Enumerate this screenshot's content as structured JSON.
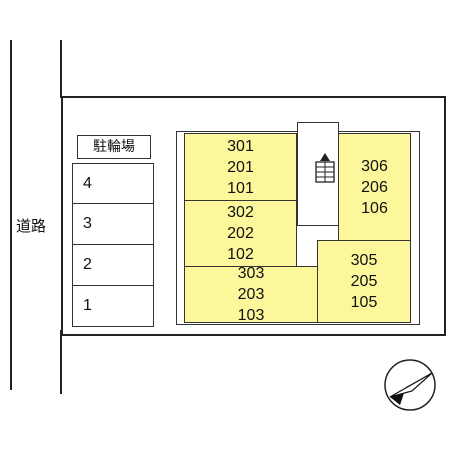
{
  "road": {
    "label": "道路"
  },
  "parking": {
    "label": "駐輪場",
    "slots": [
      "4",
      "3",
      "2",
      "1"
    ]
  },
  "units": {
    "a": [
      "301",
      "201",
      "101"
    ],
    "b": [
      "302",
      "202",
      "102"
    ],
    "c": [
      "303",
      "203",
      "103"
    ],
    "d": [
      "306",
      "206",
      "106"
    ],
    "e": [
      "305",
      "205",
      "105"
    ]
  },
  "colors": {
    "unit_fill": "#fbf79a",
    "lines": "#222222"
  },
  "icons": {
    "stairs": "stairs-icon",
    "north": "north-arrow-icon"
  }
}
